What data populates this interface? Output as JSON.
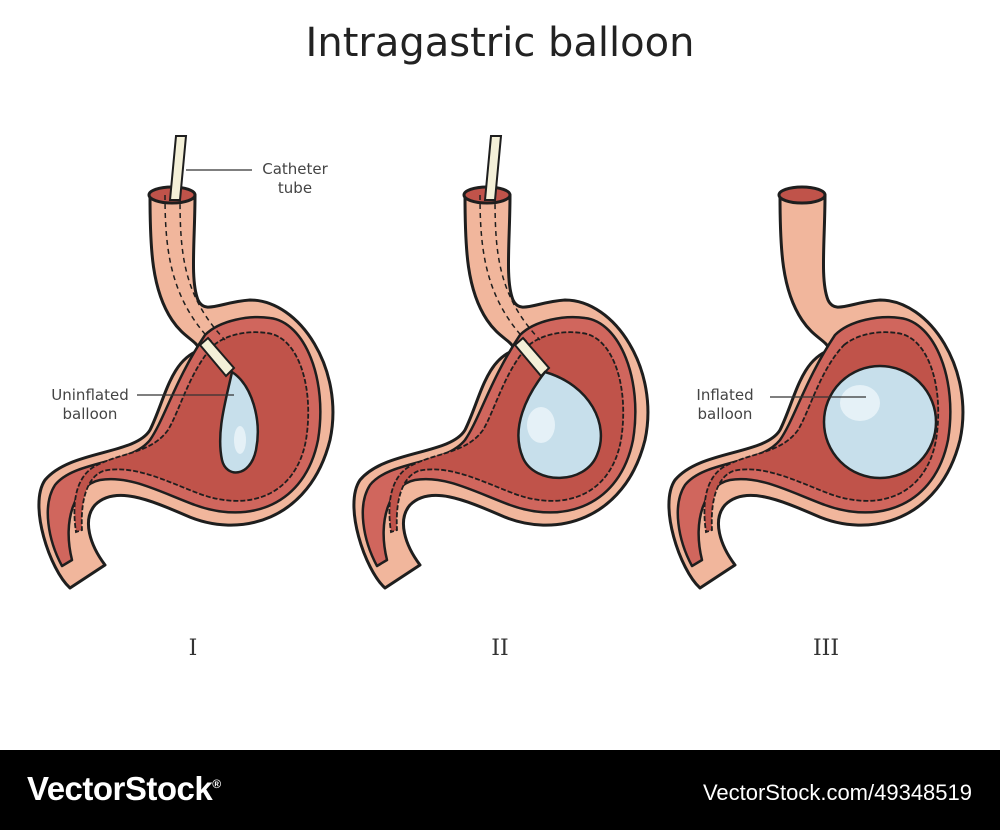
{
  "title": "Intragastric balloon",
  "labels": {
    "catheter": [
      "Catheter",
      "tube"
    ],
    "uninflated": [
      "Uninflated",
      "balloon"
    ],
    "inflated": [
      "Inflated",
      "balloon"
    ]
  },
  "stages": [
    "I",
    "II",
    "III"
  ],
  "footer": {
    "brand": "VectorStock",
    "brand_mark": "®",
    "reference": "VectorStock.com/49348519"
  },
  "colors": {
    "outer_wall": "#f1b69c",
    "inner_lining": "#d0665d",
    "cavity": "#c0534a",
    "balloon": "#c7dfeb",
    "outline": "#1e1e1e"
  }
}
